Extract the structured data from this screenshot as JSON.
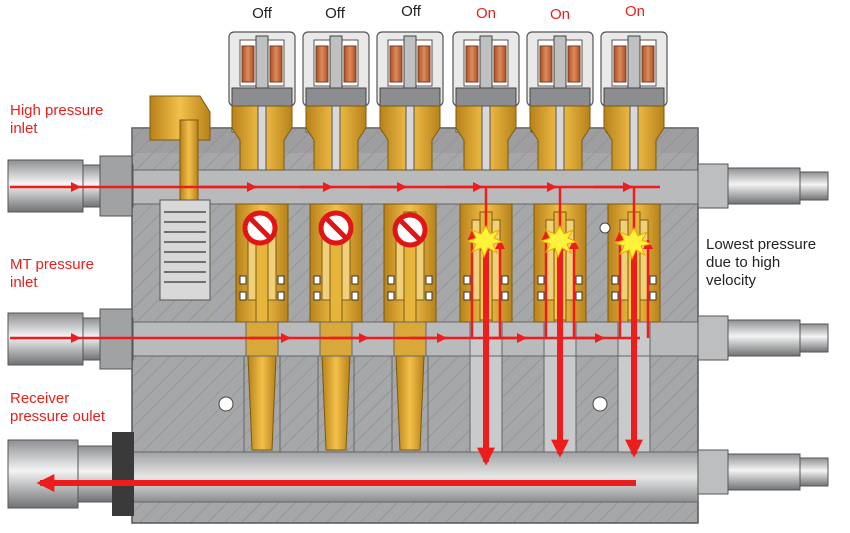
{
  "labels": {
    "high_pressure": [
      "High pressure",
      "inlet"
    ],
    "mt_pressure": [
      "MT pressure",
      "inlet"
    ],
    "receiver": [
      "Receiver",
      "pressure oulet"
    ],
    "lowest": [
      "Lowest pressure",
      "due to high",
      "velocity"
    ]
  },
  "valves": [
    {
      "state": "Off"
    },
    {
      "state": "Off"
    },
    {
      "state": "Off"
    },
    {
      "state": "On"
    },
    {
      "state": "On"
    },
    {
      "state": "On"
    }
  ],
  "colors": {
    "flow": "#ee1c1c",
    "label_red": "#e8201c",
    "brass": "#e0a527",
    "body": "#a7a8aa",
    "coil": "#c5663a"
  }
}
